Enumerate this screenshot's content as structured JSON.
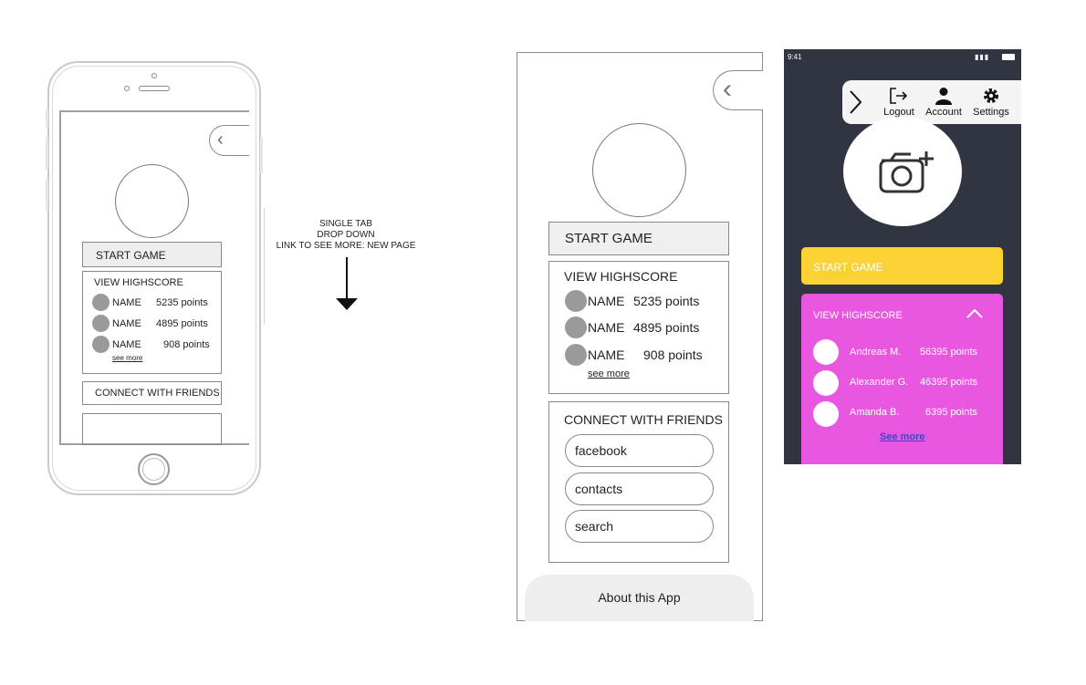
{
  "sketch": {
    "start_game": "START GAME",
    "view_highscore": "VIEW HIGHSCORE",
    "scores": [
      {
        "name": "NAME",
        "points": "5235 points"
      },
      {
        "name": "NAME",
        "points": "4895 points"
      },
      {
        "name": "NAME",
        "points": "908 points"
      }
    ],
    "see_more": "see more",
    "connect": "CONNECT WITH FRIENDS"
  },
  "annotation": {
    "lines": [
      "SINGLE TAB",
      "DROP DOWN",
      "LINK TO SEE MORE: NEW PAGE"
    ]
  },
  "wireframe": {
    "start_game": "START GAME",
    "view_highscore": "VIEW HIGHSCORE",
    "scores": [
      {
        "name": "NAME",
        "points": "5235 points"
      },
      {
        "name": "NAME",
        "points": "4895 points"
      },
      {
        "name": "NAME",
        "points": "908 points"
      }
    ],
    "see_more": "see more",
    "connect": "CONNECT WITH FRIENDS",
    "connect_options": [
      "facebook",
      "contacts",
      "search"
    ],
    "about": "About this App"
  },
  "mockup": {
    "status_time": "9:41",
    "toolbar": {
      "logout": "Logout",
      "account": "Account",
      "settings": "Settings"
    },
    "start_game": "START GAME",
    "view_highscore": "VIEW HIGHSCORE",
    "scores": [
      {
        "name": "Andreas M.",
        "points": "56395 points"
      },
      {
        "name": "Alexander G.",
        "points": "46395 points"
      },
      {
        "name": "Amanda B.",
        "points": "6395 points"
      }
    ],
    "see_more": "See more",
    "colors": {
      "background": "#313542",
      "start_game": "#fbd234",
      "highscore": "#e957e1",
      "link": "#3d46c9"
    }
  }
}
